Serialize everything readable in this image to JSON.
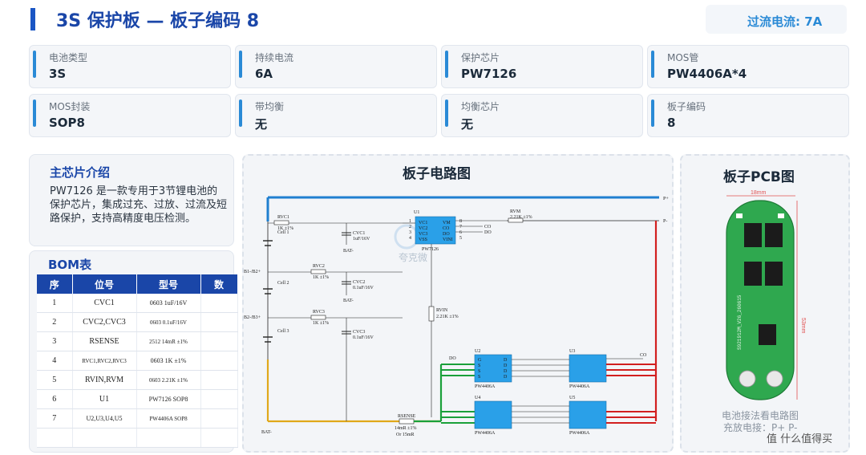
{
  "header": {
    "title": "3S 保护板 — 板子编码 8",
    "overcurrent": "过流电流: 7A"
  },
  "specs": [
    {
      "label": "电池类型",
      "value": "3S"
    },
    {
      "label": "持续电流",
      "value": "6A"
    },
    {
      "label": "保护芯片",
      "value": "PW7126"
    },
    {
      "label": "MOS管",
      "value": "PW4406A*4"
    },
    {
      "label": "MOS封装",
      "value": "SOP8"
    },
    {
      "label": "带均衡",
      "value": "无"
    },
    {
      "label": "均衡芯片",
      "value": "无"
    },
    {
      "label": "板子编码",
      "value": "8"
    }
  ],
  "intro": {
    "title": "主芯片介绍",
    "text": "PW7126 是一款专用于3节锂电池的保护芯片，集成过充、过放、过流及短路保护，支持高精度电压检测。"
  },
  "bom": {
    "title": "BOM表",
    "headers": [
      "序",
      "位号",
      "型号",
      "数"
    ],
    "rows": [
      [
        "1",
        "CVC1",
        "0603 1uF/16V",
        ""
      ],
      [
        "2",
        "CVC2,CVC3",
        "0603 0.1uF/16V",
        ""
      ],
      [
        "3",
        "RSENSE",
        "2512 14mR ±1%",
        ""
      ],
      [
        "4",
        "RVC1,RVC2,RVC3",
        "0603 1K ±1%",
        ""
      ],
      [
        "5",
        "RVIN,RVM",
        "0603 2.21K ±1%",
        ""
      ],
      [
        "6",
        "U1",
        "PW7126 SOP8",
        ""
      ],
      [
        "7",
        "U2,U3,U4,U5",
        "PW4406A SOP8",
        ""
      ]
    ]
  },
  "circuit": {
    "title": "板子电路图",
    "watermark": "夸克微",
    "labels": {
      "p_plus": "P+",
      "p_minus": "P-",
      "b1": "B1-/B2+",
      "b2": "B2-/B3+",
      "bat_minus": "BAT-",
      "cell1": "Cell 1",
      "cell2": "Cell 2",
      "cell3": "Cell 3",
      "rvc1": "RVC1",
      "rvc1_val": "1K ±1%",
      "rvc2": "RVC2",
      "rvc2_val": "1K ±1%",
      "rvc3": "RVC3",
      "rvc3_val": "1K ±1%",
      "cvc1": "CVC1",
      "cvc1_val": "1uF/16V",
      "cvc2": "CVC2",
      "cvc2_val": "0.1uF/16V",
      "cvc3": "CVC3",
      "cvc3_val": "0.1uF/16V",
      "u1": "U1",
      "u1_name": "PW7126",
      "u1_pins_left": [
        "VC1",
        "VC2",
        "VC3",
        "VSS"
      ],
      "u1_pins_right": [
        "VM",
        "CO",
        "DO",
        "VINI"
      ],
      "u1_pin_nums_left": [
        "1",
        "2",
        "3",
        "4"
      ],
      "u1_pin_nums_right": [
        "8",
        "7",
        "6",
        "5"
      ],
      "rvm": "RVM",
      "rvm_val": "2.21K ±1%",
      "rvin": "RVIN",
      "rvin_val": "2.21K ±1%",
      "rsense": "RSENSE",
      "rsense_val": "14mR ±1%",
      "rsense_val2": "Or 15mR",
      "co": "CO",
      "do": "DO",
      "mos": [
        "U2",
        "U3",
        "U4",
        "U5"
      ],
      "mos_name": "PW4406A",
      "mos_left_pins": [
        "G",
        "S",
        "S",
        "S"
      ],
      "mos_right_pins": [
        "D",
        "D",
        "D",
        "D"
      ]
    }
  },
  "pcb": {
    "title": "板子PCB图",
    "width_dim": "18mm",
    "height_dim": "53mm",
    "silk": "S921912M_V26_260615",
    "caption1": "电池接法看电路图",
    "caption2": "充放电接：P+ P-",
    "footer": "值 什么值得买"
  },
  "colors": {
    "accent": "#2a8ad6",
    "title": "#1a46a8",
    "bom_header": "#1a46a8",
    "chip": "#2aa0e8"
  }
}
